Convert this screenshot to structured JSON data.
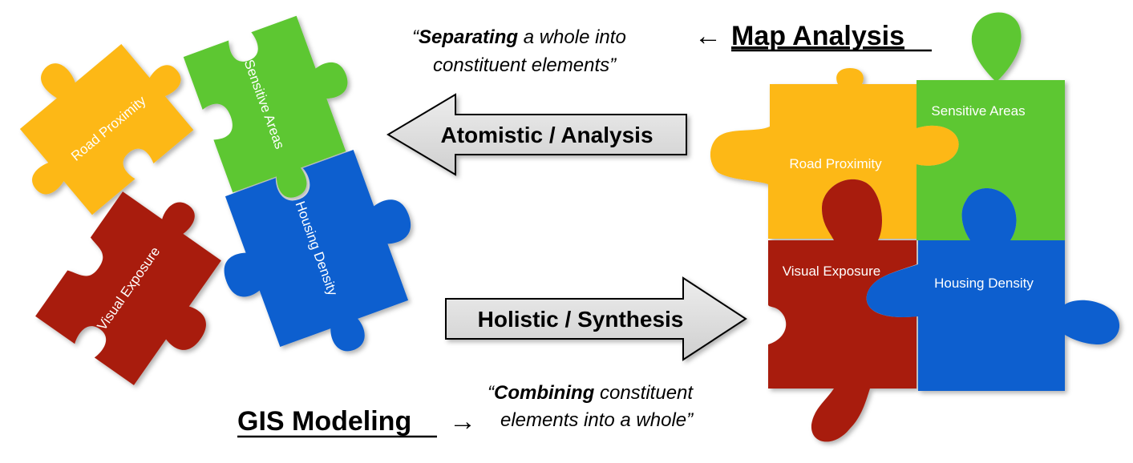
{
  "colors": {
    "yellow": "#FDB813",
    "green": "#5DC730",
    "blue": "#0A5FCF",
    "red": "#A81E0B",
    "arrow_fill": "#D9D9D9"
  },
  "top_heading": {
    "arrow": "←",
    "label": "Map Analysis"
  },
  "top_quote": {
    "open": "“",
    "emphasis": "Separating",
    "rest_line1": " a whole into",
    "line2": "constituent elements”"
  },
  "bottom_heading": {
    "label": "GIS Modeling",
    "arrow": "→"
  },
  "bottom_quote": {
    "open": "“",
    "emphasis": "Combining",
    "rest_line1": " constituent",
    "line2": "elements into a whole”"
  },
  "arrows": {
    "left": "Atomistic / Analysis",
    "right": "Holistic / Synthesis"
  },
  "scattered_pieces": {
    "road": "Road Proximity",
    "sensitive": "Sensitive Areas",
    "housing": "Housing Density",
    "visual": "Visual Exposure"
  },
  "assembled_pieces": {
    "road": "Road Proximity",
    "sensitive": "Sensitive Areas",
    "visual": "Visual Exposure",
    "housing": "Housing Density"
  }
}
